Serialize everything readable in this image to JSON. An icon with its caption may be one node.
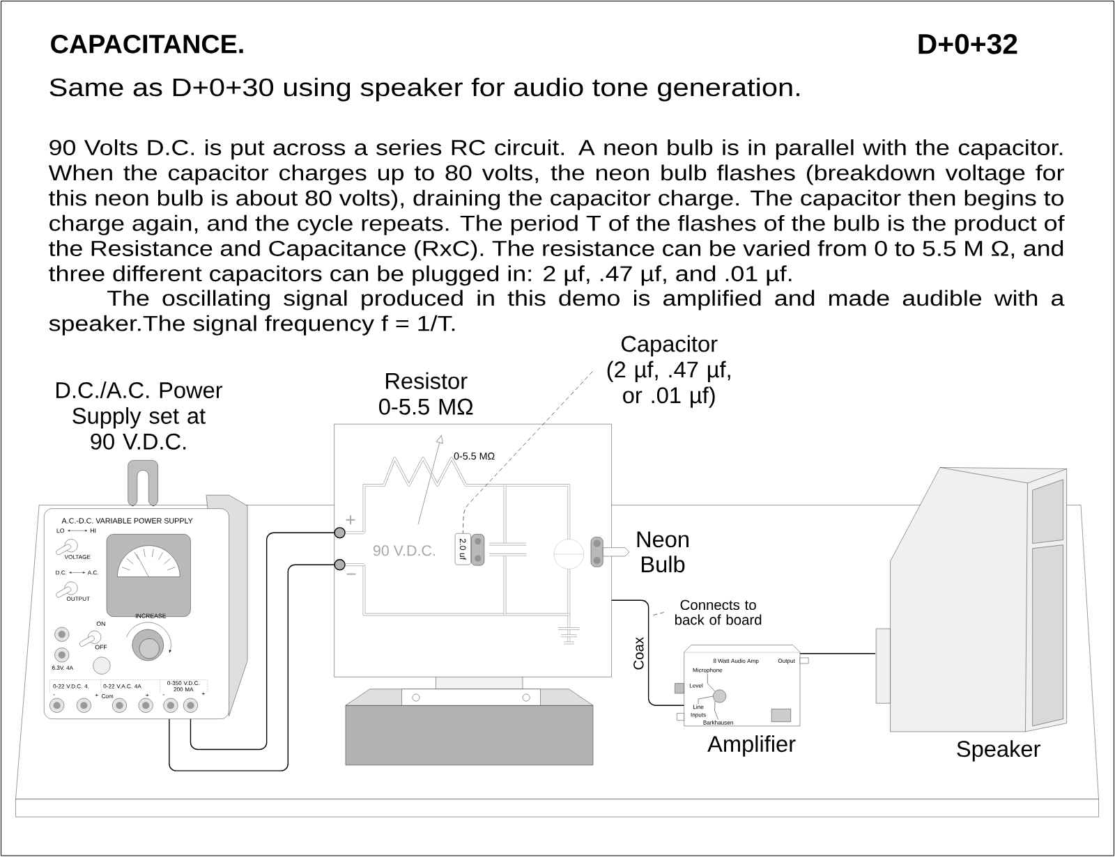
{
  "diagram": {
    "title": "CAPACITANCE.",
    "nodes": [
      {
        "text": [],
        "shape": "picture",
        "beside": [
          "D.C./A.C. Power Supply set at 90 V.D.C."
        ]
      },
      {
        "text": [],
        "shape": "picture",
        "beside": [
          "Resistor 0-5.5 MΩ"
        ]
      },
      {
        "text": [
          "Capacitor",
          "(2 µf, .47 µf, or .01 µf)"
        ]
      },
      {
        "text": [
          "2.0 uf"
        ],
        "in": 1
      },
      {
        "text": [],
        "shape": "picture",
        "beside": [
          "Neon Bulb"
        ]
      },
      {
        "text": [],
        "shape": "picture",
        "beside": [
          "Amplifier"
        ]
      },
      {
        "text": [],
        "shape": "picture",
        "beside": [
          "Speaker"
        ]
      },
      {
        "text": [
          "Connects to back of board"
        ]
      },
      {
        "text": [
          "Microphone"
        ],
        "in": 5
      },
      {
        "text": [
          "Line"
        ],
        "in": 5
      },
      {
        "text": [
          "Barkhausen"
        ],
        "in": 5
      },
      {
        "text": [],
        "shape": "circle",
        "in": 5
      }
    ],
    "edges": [
      {
        "from": 0,
        "to": 1,
        "arrow": "other"
      },
      {
        "from": 0,
        "to": 1,
        "arrow": "other"
      },
      {
        "from": 2,
        "to": 3,
        "arrow": "none",
        "style": "dashed"
      },
      {
        "from": 1,
        "to": 5,
        "arrow": "none",
        "label": "Coax"
      },
      {
        "from": 5,
        "to": 6,
        "arrow": "none"
      },
      {
        "from": 7,
        "to": null,
        "arrow": "none",
        "style": "dashed"
      },
      {
        "from": 8,
        "to": 11,
        "arrow": "none"
      },
      {
        "from": 9,
        "to": 11,
        "arrow": "none"
      },
      {
        "from": 10,
        "to": 11,
        "arrow": "none"
      }
    ],
    "labels": [
      "D+0+32",
      "Same as D+0+30 using speaker for audio tone generation.",
      "90 Volts D.C. is put across a series RC circuit. A neon bulb is in parallel with the capacitor. When the capacitor charges up to 80 volts, the neon bulb flashes (breakdown voltage for this neon bulb is about 80 volts), draining the capacitor charge. The capacitor then begins to charge again, and the cycle repeats. The period T of the flashes of the bulb is the product of the Resistance and Capacitance (RxC). The resistance can be varied from 0 to 5.5 M Ω, and three different capacitors can be plugged in: 2 µf, .47 µf, and .01 µf.",
      "The oscillating signal produced in this demo is amplified and made audible with a speaker.The signal frequency f = 1/T.",
      "A.C.-D.C. VARIABLE POWER SUPPLY",
      "LO",
      "HI",
      "VOLTAGE",
      "D.C.",
      "A.C.",
      "OUTPUT",
      "ON",
      "OFF",
      "INCREASE",
      "6.3V. 4A",
      "0-22 V.D.C. 4.",
      "-",
      "+",
      "Com",
      "0-22 V.A.C. 4A",
      "+",
      "0-350 V.D.C. 200 MA",
      "-",
      "+",
      "0-5.5 MΩ",
      "+",
      "90 V.D.C.",
      "−",
      "8 Watt Audio Amp",
      "Output",
      "Level",
      "Inputs"
    ]
  }
}
